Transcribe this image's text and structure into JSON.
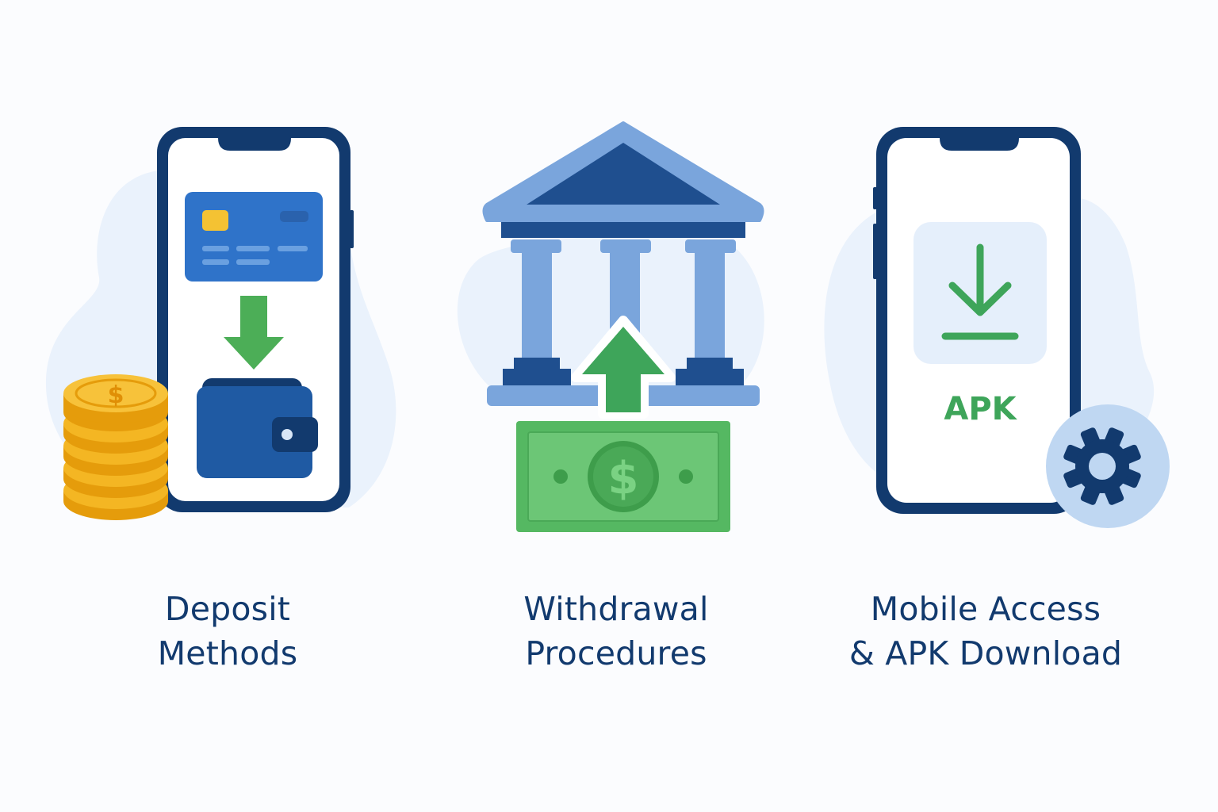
{
  "colors": {
    "navy": "#123a6e",
    "blue": "#2f73c9",
    "light_blue": "#7aa5dc",
    "pale_blue": "#eaf2fc",
    "green": "#4cae57",
    "gold": "#f4b623"
  },
  "features": [
    {
      "icons": [
        "smartphone-icon",
        "credit-card-icon",
        "arrow-down-icon",
        "wallet-icon",
        "coin-stack-icon"
      ],
      "title_line1": "Deposit",
      "title_line2": "Methods"
    },
    {
      "icons": [
        "bank-icon",
        "arrow-up-icon",
        "banknote-icon"
      ],
      "title_line1": "Withdrawal",
      "title_line2": "Procedures"
    },
    {
      "icons": [
        "smartphone-icon",
        "download-icon",
        "gear-icon"
      ],
      "apk_label": "APK",
      "title_line1": "Mobile Access",
      "title_line2": "& APK Download"
    }
  ]
}
